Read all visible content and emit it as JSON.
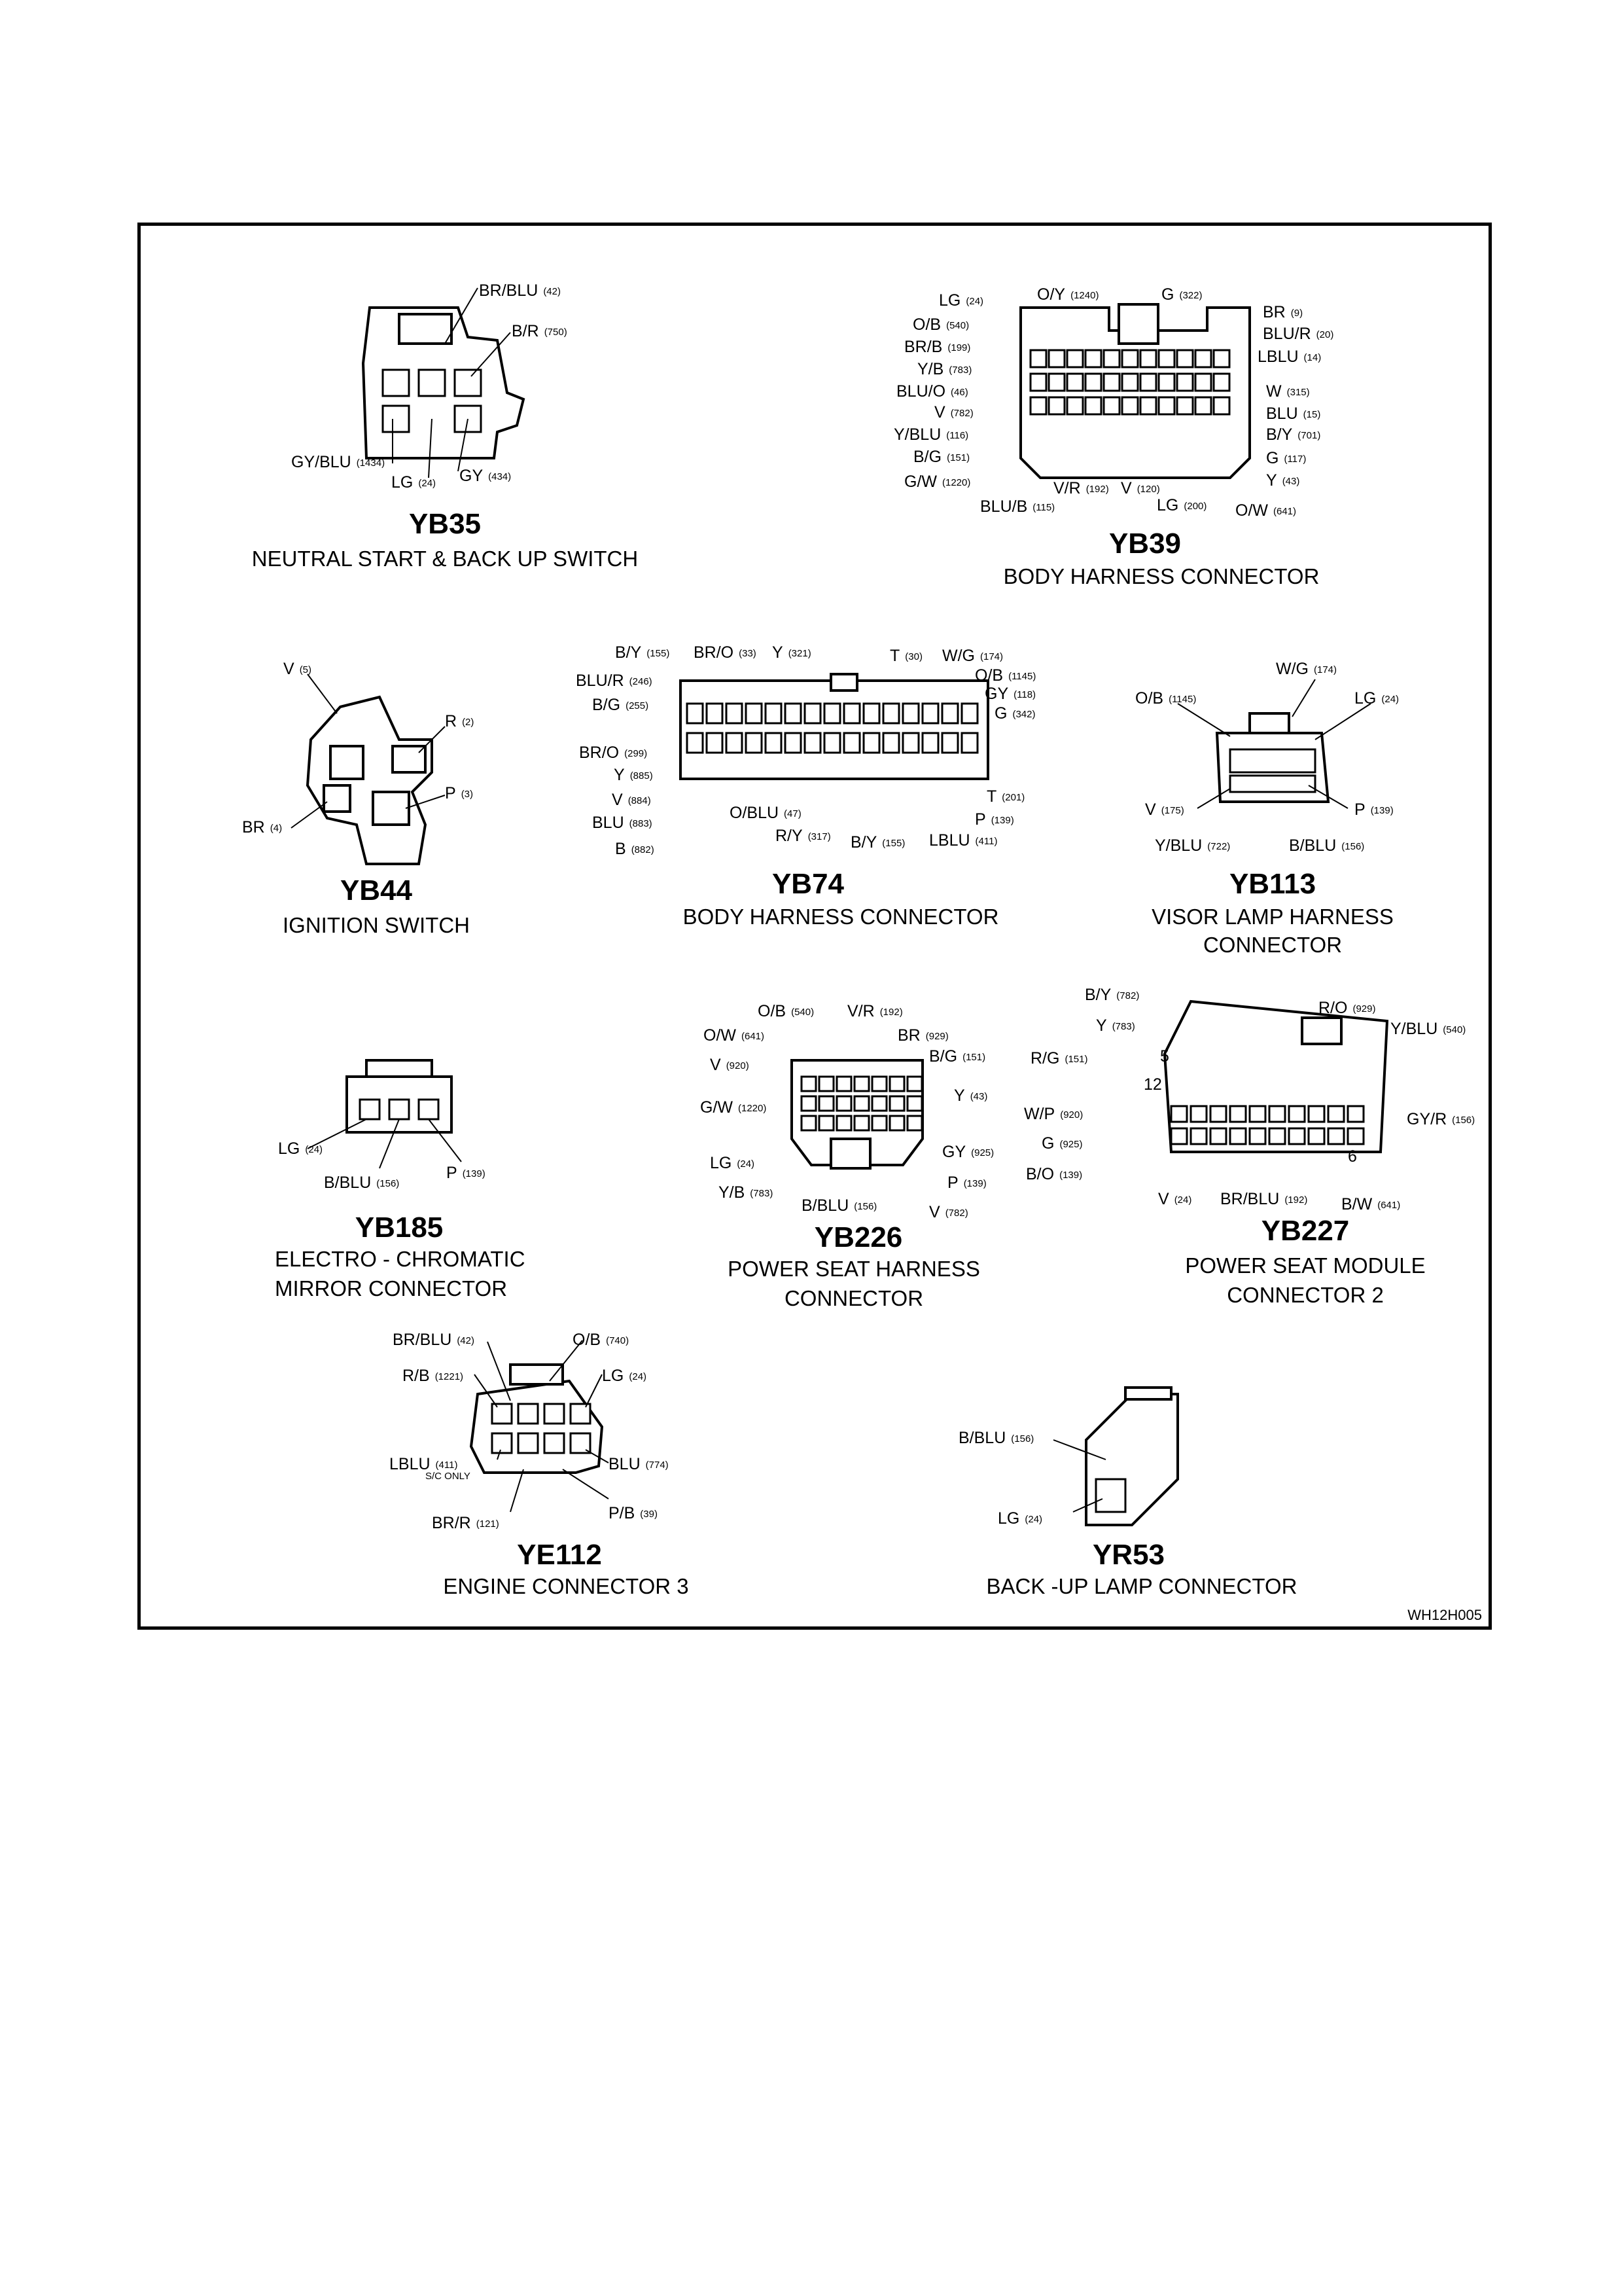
{
  "drawing_ref": "WH12H005",
  "connectors": [
    {
      "id": "YB35",
      "name": [
        "NEUTRAL START & BACK UP SWITCH"
      ],
      "wires": [
        {
          "c": "BR/BLU",
          "n": "(42)"
        },
        {
          "c": "B/R",
          "n": "(750)"
        },
        {
          "c": "GY/BLU",
          "n": "(1434)"
        },
        {
          "c": "LG",
          "n": "(24)"
        },
        {
          "c": "GY",
          "n": "(434)"
        }
      ]
    },
    {
      "id": "YB39",
      "name": [
        "BODY HARNESS CONNECTOR"
      ],
      "wires": [
        {
          "c": "LG",
          "n": "(24)"
        },
        {
          "c": "O/Y",
          "n": "(1240)"
        },
        {
          "c": "G",
          "n": "(322)"
        },
        {
          "c": "O/B",
          "n": "(540)"
        },
        {
          "c": "BR/B",
          "n": "(199)"
        },
        {
          "c": "Y/B",
          "n": "(783)"
        },
        {
          "c": "BLU/O",
          "n": "(46)"
        },
        {
          "c": "V",
          "n": "(782)"
        },
        {
          "c": "Y/BLU",
          "n": "(116)"
        },
        {
          "c": "B/G",
          "n": "(151)"
        },
        {
          "c": "G/W",
          "n": "(1220)"
        },
        {
          "c": "BLU/B",
          "n": "(115)"
        },
        {
          "c": "V/R",
          "n": "(192)"
        },
        {
          "c": "V",
          "n": "(120)"
        },
        {
          "c": "LG",
          "n": "(200)"
        },
        {
          "c": "O/W",
          "n": "(641)"
        },
        {
          "c": "BR",
          "n": "(9)"
        },
        {
          "c": "BLU/R",
          "n": "(20)"
        },
        {
          "c": "LBLU",
          "n": "(14)"
        },
        {
          "c": "W",
          "n": "(315)"
        },
        {
          "c": "BLU",
          "n": "(15)"
        },
        {
          "c": "B/Y",
          "n": "(701)"
        },
        {
          "c": "G",
          "n": "(117)"
        },
        {
          "c": "Y",
          "n": "(43)"
        }
      ]
    },
    {
      "id": "YB44",
      "name": [
        "IGNITION SWITCH"
      ],
      "wires": [
        {
          "c": "V",
          "n": "(5)"
        },
        {
          "c": "R",
          "n": "(2)"
        },
        {
          "c": "P",
          "n": "(3)"
        },
        {
          "c": "BR",
          "n": "(4)"
        }
      ]
    },
    {
      "id": "YB74",
      "name": [
        "BODY HARNESS CONNECTOR"
      ],
      "wires": [
        {
          "c": "B/Y",
          "n": "(155)"
        },
        {
          "c": "BR/O",
          "n": "(33)"
        },
        {
          "c": "Y",
          "n": "(321)"
        },
        {
          "c": "T",
          "n": "(30)"
        },
        {
          "c": "W/G",
          "n": "(174)"
        },
        {
          "c": "BLU/R",
          "n": "(246)"
        },
        {
          "c": "B/G",
          "n": "(255)"
        },
        {
          "c": "O/B",
          "n": "(1145)"
        },
        {
          "c": "GY",
          "n": "(118)"
        },
        {
          "c": "G",
          "n": "(342)"
        },
        {
          "c": "BR/O",
          "n": "(299)"
        },
        {
          "c": "Y",
          "n": "(885)"
        },
        {
          "c": "V",
          "n": "(884)"
        },
        {
          "c": "BLU",
          "n": "(883)"
        },
        {
          "c": "B",
          "n": "(882)"
        },
        {
          "c": "O/BLU",
          "n": "(47)"
        },
        {
          "c": "R/Y",
          "n": "(317)"
        },
        {
          "c": "B/Y",
          "n": "(155)"
        },
        {
          "c": "LBLU",
          "n": "(411)"
        },
        {
          "c": "T",
          "n": "(201)"
        },
        {
          "c": "P",
          "n": "(139)"
        }
      ]
    },
    {
      "id": "YB113",
      "name": [
        "VISOR LAMP HARNESS",
        "CONNECTOR"
      ],
      "wires": [
        {
          "c": "W/G",
          "n": "(174)"
        },
        {
          "c": "O/B",
          "n": "(1145)"
        },
        {
          "c": "LG",
          "n": "(24)"
        },
        {
          "c": "V",
          "n": "(175)"
        },
        {
          "c": "P",
          "n": "(139)"
        },
        {
          "c": "Y/BLU",
          "n": "(722)"
        },
        {
          "c": "B/BLU",
          "n": "(156)"
        }
      ]
    },
    {
      "id": "YB185",
      "name": [
        "ELECTRO - CHROMATIC",
        "MIRROR CONNECTOR"
      ],
      "wires": [
        {
          "c": "LG",
          "n": "(24)"
        },
        {
          "c": "B/BLU",
          "n": "(156)"
        },
        {
          "c": "P",
          "n": "(139)"
        }
      ]
    },
    {
      "id": "YB226",
      "name": [
        "POWER SEAT HARNESS",
        "CONNECTOR"
      ],
      "wires": [
        {
          "c": "O/B",
          "n": "(540)"
        },
        {
          "c": "V/R",
          "n": "(192)"
        },
        {
          "c": "O/W",
          "n": "(641)"
        },
        {
          "c": "BR",
          "n": "(929)"
        },
        {
          "c": "V",
          "n": "(920)"
        },
        {
          "c": "B/G",
          "n": "(151)"
        },
        {
          "c": "G/W",
          "n": "(1220)"
        },
        {
          "c": "Y",
          "n": "(43)"
        },
        {
          "c": "LG",
          "n": "(24)"
        },
        {
          "c": "GY",
          "n": "(925)"
        },
        {
          "c": "Y/B",
          "n": "(783)"
        },
        {
          "c": "B/BLU",
          "n": "(156)"
        },
        {
          "c": "P",
          "n": "(139)"
        },
        {
          "c": "V",
          "n": "(782)"
        }
      ]
    },
    {
      "id": "YB227",
      "name": [
        "POWER SEAT MODULE",
        "CONNECTOR 2"
      ],
      "pins": [
        "5",
        "12",
        "6"
      ],
      "wires": [
        {
          "c": "B/Y",
          "n": "(782)"
        },
        {
          "c": "Y",
          "n": "(783)"
        },
        {
          "c": "R/O",
          "n": "(929)"
        },
        {
          "c": "Y/BLU",
          "n": "(540)"
        },
        {
          "c": "R/G",
          "n": "(151)"
        },
        {
          "c": "W/P",
          "n": "(920)"
        },
        {
          "c": "GY/R",
          "n": "(156)"
        },
        {
          "c": "G",
          "n": "(925)"
        },
        {
          "c": "B/O",
          "n": "(139)"
        },
        {
          "c": "V",
          "n": "(24)"
        },
        {
          "c": "BR/BLU",
          "n": "(192)"
        },
        {
          "c": "B/W",
          "n": "(641)"
        }
      ]
    },
    {
      "id": "YE112",
      "name": [
        "ENGINE CONNECTOR 3"
      ],
      "note": "S/C ONLY",
      "wires": [
        {
          "c": "BR/BLU",
          "n": "(42)"
        },
        {
          "c": "O/B",
          "n": "(740)"
        },
        {
          "c": "R/B",
          "n": "(1221)"
        },
        {
          "c": "LG",
          "n": "(24)"
        },
        {
          "c": "LBLU",
          "n": "(411)"
        },
        {
          "c": "BLU",
          "n": "(774)"
        },
        {
          "c": "P/B",
          "n": "(39)"
        },
        {
          "c": "BR/R",
          "n": "(121)"
        }
      ]
    },
    {
      "id": "YR53",
      "name": [
        "BACK -UP LAMP CONNECTOR"
      ],
      "wires": [
        {
          "c": "B/BLU",
          "n": "(156)"
        },
        {
          "c": "LG",
          "n": "(24)"
        }
      ]
    }
  ]
}
